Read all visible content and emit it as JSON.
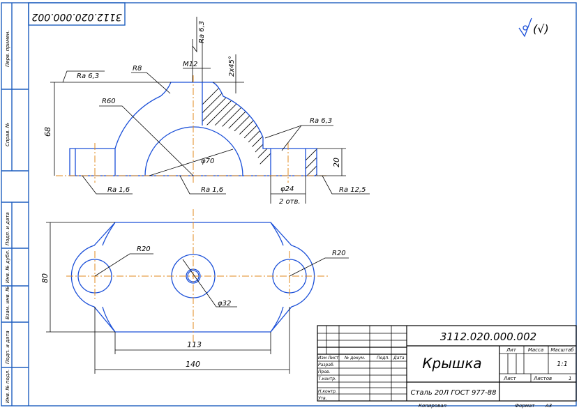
{
  "stamp": "3112.020.000.002",
  "roughness_mark": "(√)",
  "side_strip": [
    "Перв. примен.",
    "Справ. №",
    "Подп. и дата",
    "Инв. № дубл.",
    "Взам. инв. №",
    "Подп. и дата",
    "Инв. № подл."
  ],
  "dims": {
    "m12": "M12",
    "ra_top": "Ra 6,3",
    "r8": "R8",
    "ra_left": "Ra 6,3",
    "chamfer": "2х45°",
    "r60": "R60",
    "h68": "68",
    "phi70": "φ70",
    "ra_right": "Ra 6,3",
    "h20": "20",
    "ra16a": "Ra 1,6",
    "ra16b": "Ra 1,6",
    "phi24": "φ24",
    "two_holes": "2 отв.",
    "ra125": "Ra 12,5",
    "r20_left": "R20",
    "r20_right": "R20",
    "h80": "80",
    "phi32": "φ32",
    "w113": "113",
    "w140": "140"
  },
  "title_block": {
    "designation": "3112.020.000.002",
    "name": "Крышка",
    "material": "Сталь 20Л ГОСТ 977-88",
    "col_lit": "Лит",
    "col_mass": "Масса",
    "col_scale": "Масштаб",
    "scale_value": "1:1",
    "sheet_label": "Лист",
    "sheets_label": "Листов",
    "sheets_value": "1",
    "rows": [
      "Разраб.",
      "Пров.",
      "Т.контр.",
      "",
      "Н.контр.",
      "Утв."
    ],
    "header": [
      "Изм",
      "Лист",
      "№ докум.",
      "Подп.",
      "Дата"
    ],
    "copied": "Копировал",
    "format": "Формат",
    "format_value": "А3"
  }
}
